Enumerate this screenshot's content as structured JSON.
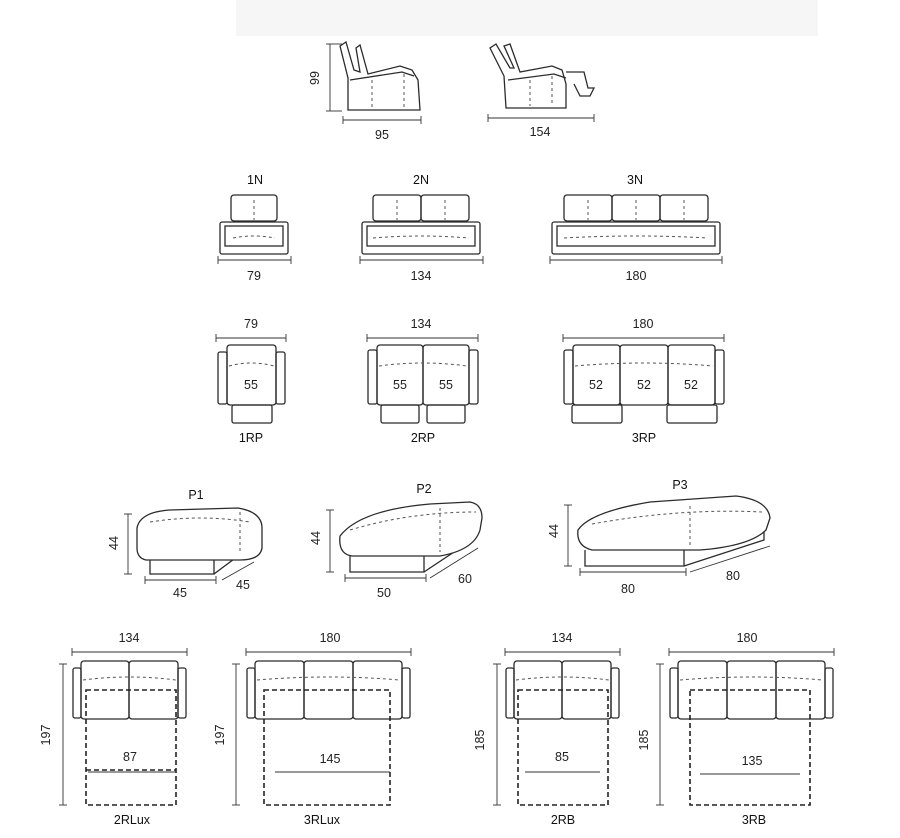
{
  "recliner": {
    "height": "99",
    "width_closed": "95",
    "width_open": "154"
  },
  "row_n": [
    {
      "name": "1N",
      "width": "79"
    },
    {
      "name": "2N",
      "width": "134"
    },
    {
      "name": "3N",
      "width": "180"
    }
  ],
  "row_rp": [
    {
      "name": "1RP",
      "width": "79",
      "seats": [
        "55"
      ]
    },
    {
      "name": "2RP",
      "width": "134",
      "seats": [
        "55",
        "55"
      ]
    },
    {
      "name": "3RP",
      "width": "180",
      "seats": [
        "52",
        "52",
        "52"
      ]
    }
  ],
  "row_p": [
    {
      "name": "P1",
      "height": "44",
      "width": "45",
      "depth": "45"
    },
    {
      "name": "P2",
      "height": "44",
      "width": "50",
      "depth": "60"
    },
    {
      "name": "P3",
      "height": "44",
      "width": "80",
      "depth": "80"
    }
  ],
  "row_beds": [
    {
      "name": "2RLux",
      "width": "134",
      "length": "197",
      "bed_width": "87"
    },
    {
      "name": "3RLux",
      "width": "180",
      "length": "197",
      "bed_width": "145"
    },
    {
      "name": "2RB",
      "width": "134",
      "length": "185",
      "bed_width": "85"
    },
    {
      "name": "3RB",
      "width": "180",
      "length": "185",
      "bed_width": "135"
    }
  ]
}
